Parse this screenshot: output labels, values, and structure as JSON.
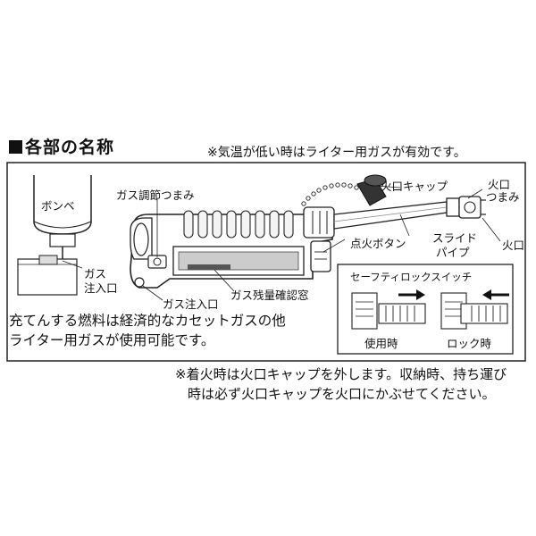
{
  "title": "各部の名称",
  "note_top": "※気温が低い時はライター用ガスが有効です。",
  "labels": {
    "cylinder": "ボンベ",
    "gas_knob": "ガス調節つまみ",
    "flame_cap": "火口キャップ",
    "flame_knob_1": "火口",
    "flame_knob_2": "つまみ",
    "ignition_button": "点火ボタン",
    "slide_pipe_1": "スライド",
    "slide_pipe_2": "パイプ",
    "flame_port": "火口",
    "gas_inlet_left_1": "ガス",
    "gas_inlet_left_2": "注入口",
    "gas_inlet": "ガス注入口",
    "gas_window": "ガス残量確認窓"
  },
  "safety": {
    "title": "セーフティロックスイッチ",
    "use": "使用時",
    "lock": "ロック時"
  },
  "fuel_text": [
    "充てんする燃料は経済的なカセットガスの他",
    "ライター用ガスが使用可能です。"
  ],
  "bottom_note": [
    "※着火時は火口キャップを外します。収納時、持ち運び",
    "時は必ず火口キャップを火口にかぶせてください。"
  ]
}
